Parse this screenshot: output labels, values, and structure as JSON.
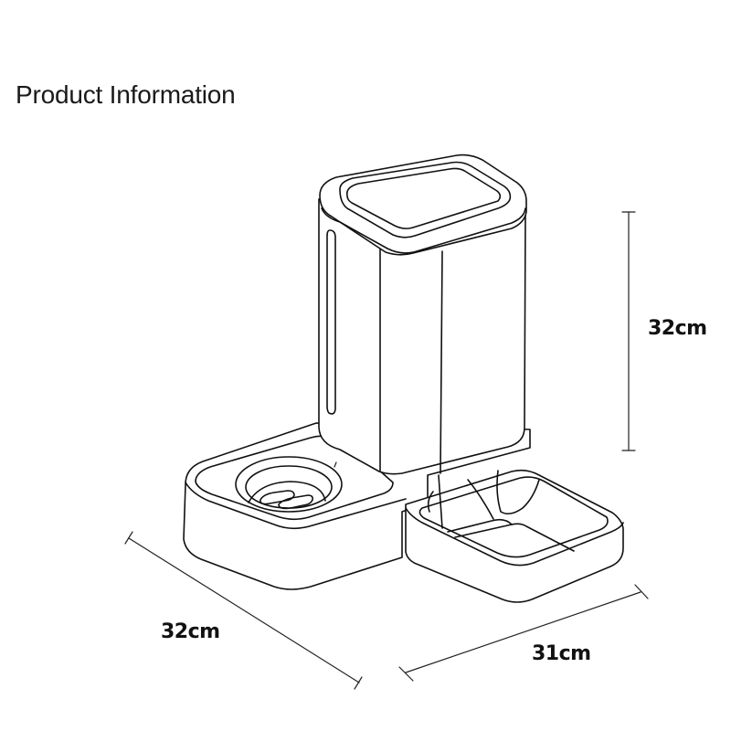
{
  "header": {
    "title": "Product Information"
  },
  "diagram": {
    "subject": "automatic pet feeder with water bowl",
    "subject_icon": "pet-feeder-line-drawing",
    "line_color": "#111111",
    "background_color": "#ffffff",
    "dimensions": {
      "height": {
        "label": "32cm",
        "orientation": "vertical"
      },
      "depth": {
        "label": "32cm",
        "orientation": "diagonal-left"
      },
      "width": {
        "label": "31cm",
        "orientation": "diagonal-right"
      }
    }
  }
}
